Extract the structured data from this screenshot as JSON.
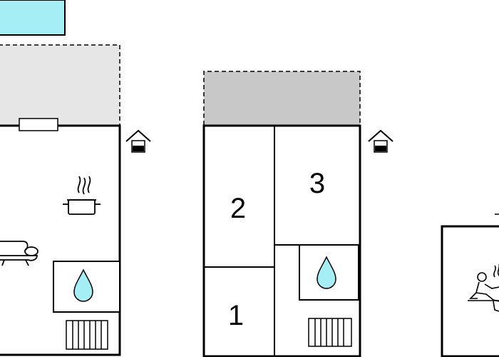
{
  "floorplan": {
    "rooms": [
      {
        "number": "2"
      },
      {
        "number": "3"
      },
      {
        "number": "1"
      }
    ],
    "icons": {
      "pool": "pool-rect",
      "terrace": "dashed-terrace",
      "window": "window-sill",
      "kitchen": "cooking-pot-icon",
      "sofa": "sofa-icon",
      "shower": "water-drop-icon",
      "radiator": "radiator-icon",
      "entrance": "entrance-house-icon",
      "sauna": "sauna-person-icon"
    },
    "colors": {
      "pool": "#a6eef6",
      "terrace_light": "#e6e6e6",
      "terrace_dark": "#c8c8c8",
      "drop": "#a6eef6",
      "wall": "#000000"
    }
  }
}
